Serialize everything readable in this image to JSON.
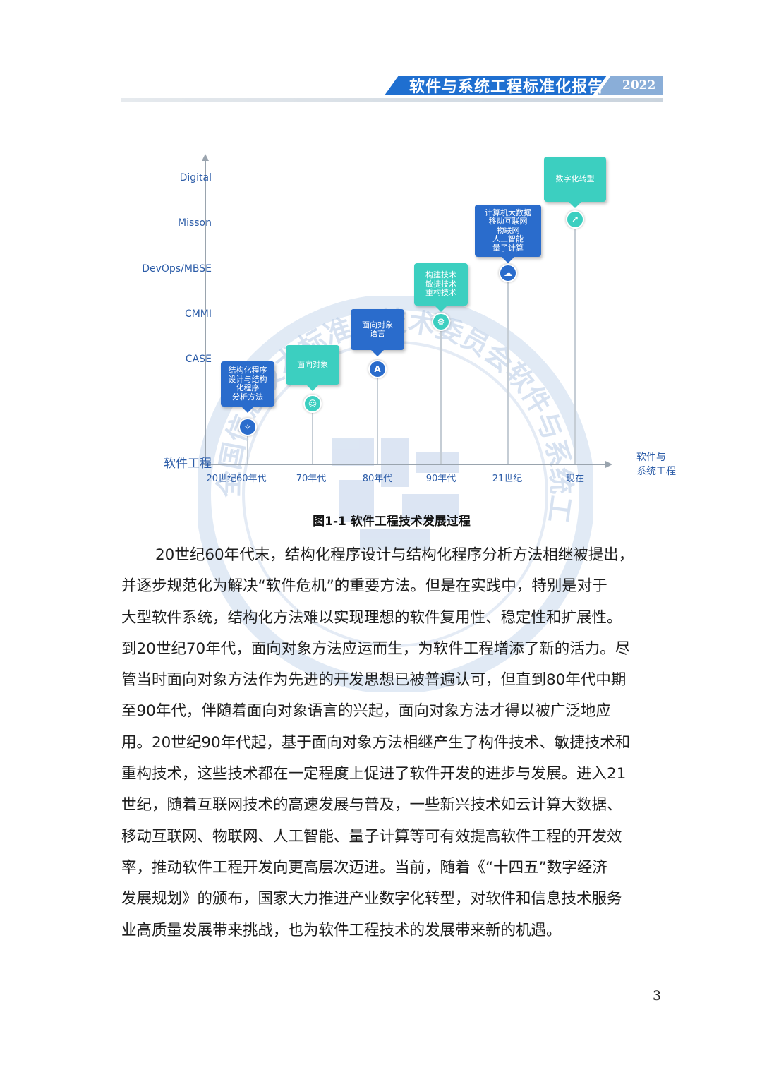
{
  "header": {
    "title": "软件与系统工程标准化报告",
    "year": "2022",
    "colors": {
      "band": "#1f6fd0",
      "year_band": "#8aaed8",
      "rule": "#d8dde3"
    }
  },
  "figure": {
    "y_axis_title": "软件工程",
    "x_axis_title_line1": "软件与",
    "x_axis_title_line2": "系统工程",
    "y_levels": [
      "CASE",
      "CMMI",
      "DevOps/MBSE",
      "Misson",
      "Digital"
    ],
    "x_periods": [
      "20世纪60年代",
      "70年代",
      "80年代",
      "90年代",
      "21世纪",
      "现在"
    ],
    "stages": [
      {
        "lines": [
          "结构化程序",
          "设计与结构",
          "化程序",
          "分析方法"
        ],
        "icon": "lightbulb-icon",
        "color": "#2a6ccc"
      },
      {
        "lines": [
          "面向对象"
        ],
        "icon": "person-icon",
        "color": "#3ccfc0"
      },
      {
        "lines": [
          "面向对象",
          "语言"
        ],
        "icon": "letter-a-icon",
        "icon_text": "A",
        "color": "#2a6ccc"
      },
      {
        "lines": [
          "构建技术",
          "敏捷技术",
          "重构技术"
        ],
        "icon": "gears-icon",
        "color": "#3ccfc0"
      },
      {
        "lines": [
          "计算机大数据",
          "移动互联网",
          "物联网",
          "人工智能",
          "量子计算"
        ],
        "icon": "cloud-icon",
        "color": "#2a6ccc"
      },
      {
        "lines": [
          "数字化转型"
        ],
        "icon": "chart-icon",
        "color": "#3ccfc0"
      }
    ],
    "caption": "图1-1 软件工程技术发展过程"
  },
  "watermark": {
    "text": "全国信息技术标准化技术委员会软件与系统工程分技术委员会",
    "color": "#b7cbe6"
  },
  "body": {
    "lines": [
      "20世纪60年代末，结构化程序设计与结构化程序分析方法相继被提出，",
      "并逐步规范化为解决“软件危机”的重要方法。但是在实践中，特别是对于",
      "大型软件系统，结构化方法难以实现理想的软件复用性、稳定性和扩展性。",
      "到20世纪70年代，面向对象方法应运而生，为软件工程增添了新的活力。尽",
      "管当时面向对象方法作为先进的开发思想已被普遍认可，但直到80年代中期",
      "至90年代，伴随着面向对象语言的兴起，面向对象方法才得以被广泛地应",
      "用。20世纪90年代起，基于面向对象方法相继产生了构件技术、敏捷技术和",
      "重构技术，这些技术都在一定程度上促进了软件开发的进步与发展。进入21",
      "世纪，随着互联网技术的高速发展与普及，一些新兴技术如云计算大数据、",
      "移动互联网、物联网、人工智能、量子计算等可有效提高软件工程的开发效",
      "率，推动软件工程开发向更高层次迈进。当前，随着《“十四五”数字经济",
      "发展规划》的颁布，国家大力推进产业数字化转型，对软件和信息技术服务",
      "业高质量发展带来挑战，也为软件工程技术的发展带来新的机遇。"
    ]
  },
  "page_number": "3"
}
